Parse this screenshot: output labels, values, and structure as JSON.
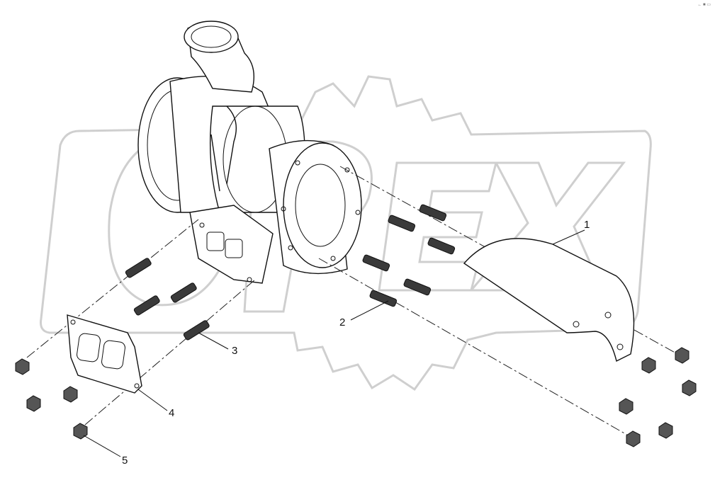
{
  "callouts": [
    {
      "id": "1",
      "label": "1"
    },
    {
      "id": "2",
      "label": "2"
    },
    {
      "id": "3",
      "label": "3"
    },
    {
      "id": "4",
      "label": "4"
    },
    {
      "id": "5",
      "label": "5"
    }
  ],
  "corner_mark": "← ■ ▭"
}
